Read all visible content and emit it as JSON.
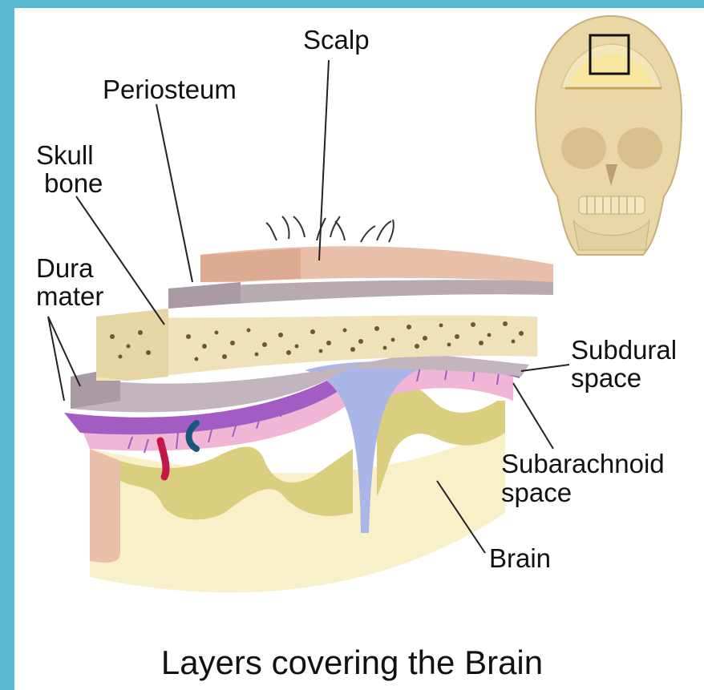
{
  "diagram": {
    "caption": "Layers covering the Brain",
    "labels": {
      "scalp": "Scalp",
      "periosteum": "Periosteum",
      "skull_bone_1": "Skull",
      "skull_bone_2": "bone",
      "dura_mater_1": "Dura",
      "dura_mater_2": "mater",
      "subdural_1": "Subdural",
      "subdural_2": "space",
      "subarachnoid_1": "Subarachnoid",
      "subarachnoid_2": "space",
      "brain": "Brain"
    },
    "colors": {
      "frame": "#5bb8d2",
      "background": "#ffffff",
      "scalp": "#e8bfa8",
      "periosteum": "#b7aab0",
      "skull_bone": "#efe2ba",
      "bone_pores": "#6b5a2e",
      "dura": "#c2b5bd",
      "arachnoid": "#a35cc4",
      "pia_membrane": "#f1b6d6",
      "gray_matter": "#d9cf7e",
      "white_matter": "#f8f0c8",
      "falx": "#aab6e8",
      "skull_icon": "#e9d7a8"
    },
    "icons": [
      "skull-icon"
    ]
  }
}
